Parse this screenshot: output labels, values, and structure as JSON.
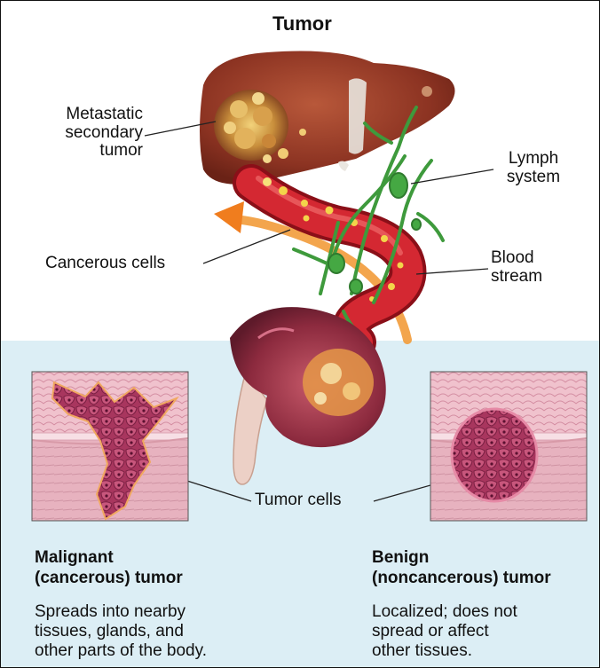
{
  "title": "Tumor",
  "labels": {
    "metastatic": "Metastatic\nsecondary\ntumor",
    "lymph": "Lymph\nsystem",
    "cancerous_cells": "Cancerous cells",
    "blood": "Blood\nstream",
    "tumor_cells": "Tumor cells"
  },
  "malignant": {
    "heading": "Malignant\n(cancerous) tumor",
    "description": "Spreads into nearby\ntissues, glands, and\nother parts of the body."
  },
  "benign": {
    "heading": "Benign\n(noncancerous) tumor",
    "description": "Localized; does not\nspread or affect\nother tissues."
  }
}
